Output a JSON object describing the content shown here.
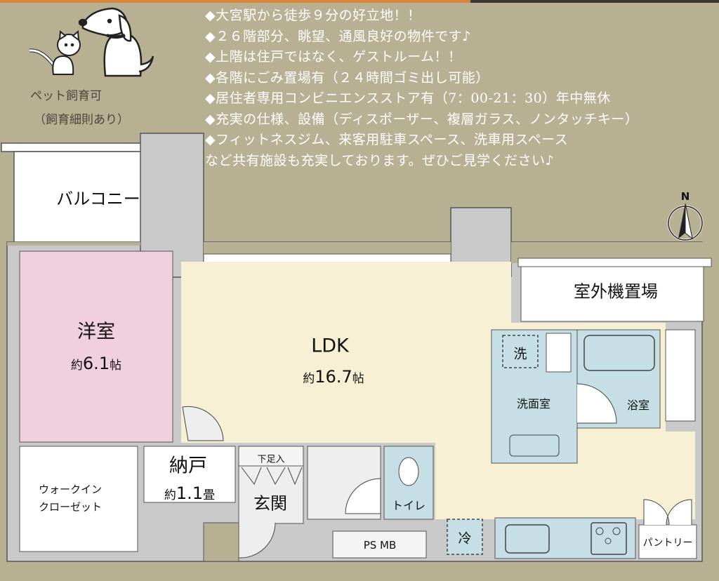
{
  "features": [
    "◆大宮駅から徒歩９分の好立地！！",
    "◆２６階部分、眺望、通風良好の物件です♪",
    "◆上階は住戸ではなく、ゲストルーム！！",
    "◆各階にごみ置場有（２４時間ゴミ出し可能）",
    "◆居住者専用コンビニエンスストア有（7：00-21：30）年中無休",
    "◆充実の仕様、設備（ディスポーザー、複層ガラス、ノンタッチキー）",
    "◆フィットネスジム、来客用駐車スペース、洗車用スペース",
    "など共有施設も充実しております。ぜひご見学ください♪"
  ],
  "pet": {
    "line1": "ペット飼育可",
    "line2": "（飼育細則あり）"
  },
  "compass": {
    "label": "N"
  },
  "rooms": {
    "balcony": "バルコニー",
    "western": {
      "name": "洋室",
      "prefix": "約",
      "size": "6.1",
      "unit": "帖"
    },
    "ldk": {
      "name": "LDK",
      "prefix": "約",
      "size": "16.7",
      "unit": "帖"
    },
    "outdoor_unit": "室外機置場",
    "washer": "洗",
    "washroom": "洗面室",
    "bathroom": "浴室",
    "storage": {
      "name": "納戸",
      "prefix": "約",
      "size": "1.1",
      "unit": "畳"
    },
    "wic_line1": "ウォークイン",
    "wic_line2": "クローゼット",
    "shoe_box": "下足入",
    "entrance": "玄関",
    "toilet": "トイレ",
    "ps_mb": "PS MB",
    "fridge": "冷",
    "pantry": "パントリー"
  },
  "colors": {
    "background": "#b8b093",
    "western": "#f1d0de",
    "ldk": "#f8f0d4",
    "wet": "#c6dfe6",
    "wall": "#c9c9c9"
  }
}
